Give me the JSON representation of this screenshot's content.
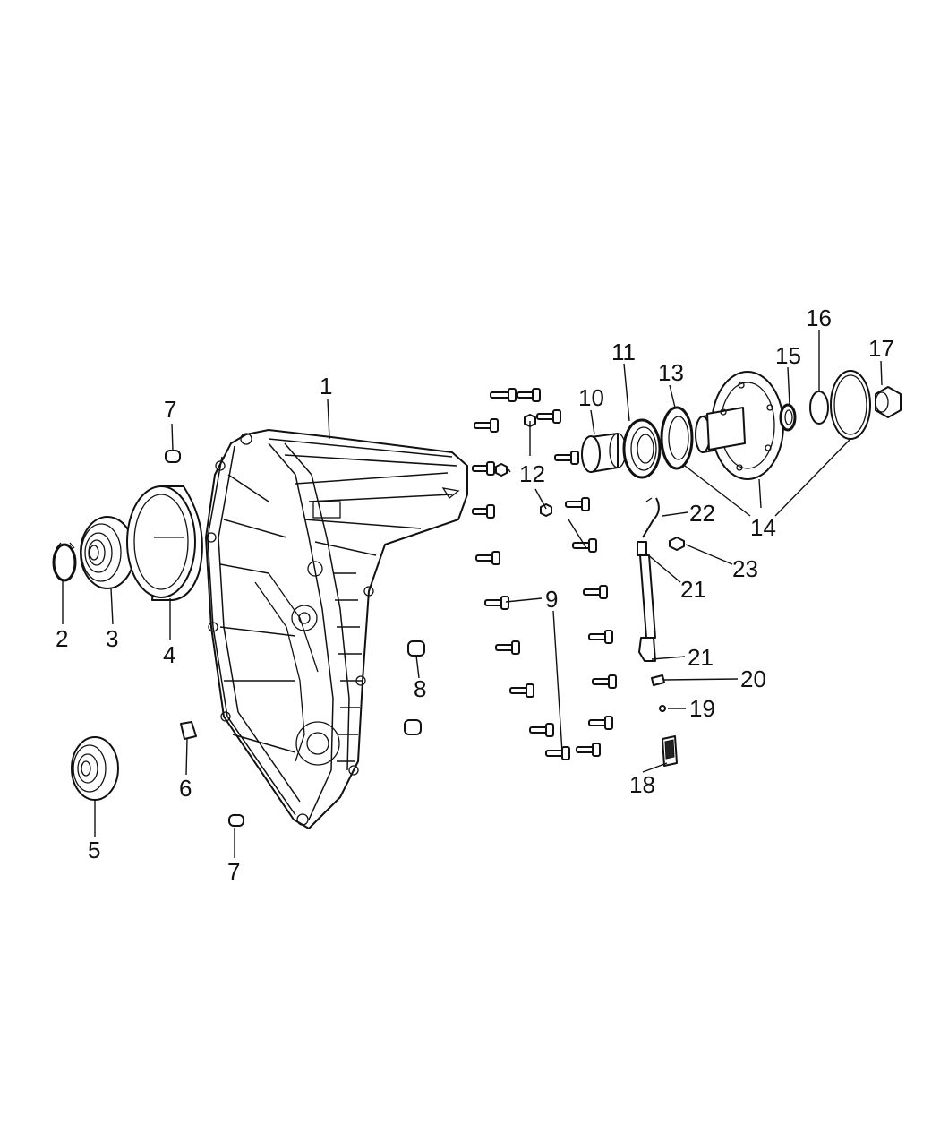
{
  "callouts": [
    {
      "id": "c1",
      "text": "1"
    },
    {
      "id": "c2",
      "text": "2"
    },
    {
      "id": "c3",
      "text": "3"
    },
    {
      "id": "c4",
      "text": "4"
    },
    {
      "id": "c5",
      "text": "5"
    },
    {
      "id": "c6",
      "text": "6"
    },
    {
      "id": "c7a",
      "text": "7"
    },
    {
      "id": "c7b",
      "text": "7"
    },
    {
      "id": "c8",
      "text": "8"
    },
    {
      "id": "c9",
      "text": "9"
    },
    {
      "id": "c10",
      "text": "10"
    },
    {
      "id": "c11",
      "text": "11"
    },
    {
      "id": "c12",
      "text": "12"
    },
    {
      "id": "c13",
      "text": "13"
    },
    {
      "id": "c14",
      "text": "14"
    },
    {
      "id": "c15",
      "text": "15"
    },
    {
      "id": "c16",
      "text": "16"
    },
    {
      "id": "c17",
      "text": "17"
    },
    {
      "id": "c18",
      "text": "18"
    },
    {
      "id": "c19",
      "text": "19"
    },
    {
      "id": "c20",
      "text": "20"
    },
    {
      "id": "c21a",
      "text": "21"
    },
    {
      "id": "c21b",
      "text": "21"
    },
    {
      "id": "c22",
      "text": "22"
    },
    {
      "id": "c23",
      "text": "23"
    }
  ],
  "colors": {
    "line": "#111111",
    "background": "#ffffff"
  }
}
